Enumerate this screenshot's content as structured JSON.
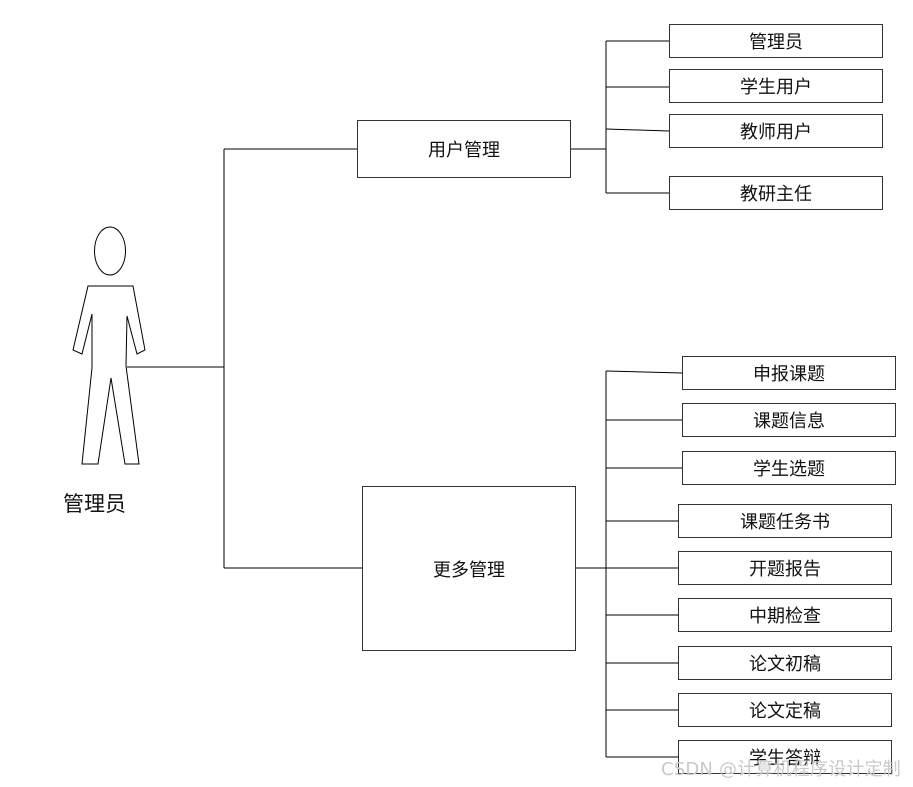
{
  "actor": {
    "label": "管理员"
  },
  "main_nodes": [
    {
      "label": "用户管理"
    },
    {
      "label": "更多管理"
    }
  ],
  "user_management_items": [
    {
      "label": "管理员"
    },
    {
      "label": "学生用户"
    },
    {
      "label": "教师用户"
    },
    {
      "label": "教研主任"
    }
  ],
  "more_management_items": [
    {
      "label": "申报课题"
    },
    {
      "label": "课题信息"
    },
    {
      "label": "学生选题"
    },
    {
      "label": "课题任务书"
    },
    {
      "label": "开题报告"
    },
    {
      "label": "中期检查"
    },
    {
      "label": "论文初稿"
    },
    {
      "label": "论文定稿"
    },
    {
      "label": "学生答辩"
    }
  ],
  "watermark": "CSDN @计算机程序设计定制",
  "colors": {
    "line": "#000000",
    "box_border": "#333333",
    "watermark": "#c9c9c9"
  }
}
